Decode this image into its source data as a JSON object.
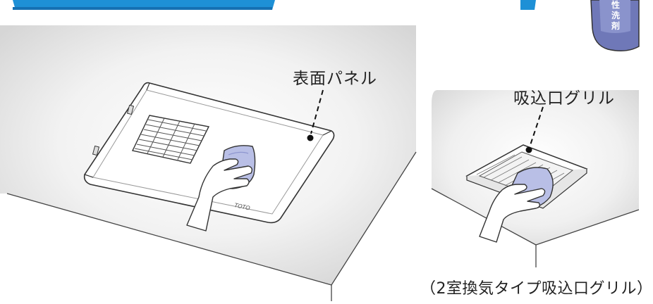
{
  "labels": {
    "surface_panel": "表面パネル",
    "intake_grille": "吸込口グリル",
    "caption": "（2室換気タイプ吸込口グリル）"
  },
  "side_tab": {
    "chars": [
      "性",
      "洗",
      "剤"
    ]
  },
  "device_logo": "TOTO",
  "colors": {
    "top_banner": "#1e90d6",
    "cloth": "#b9bfe6",
    "cloth_dark": "#8e96cf",
    "ceiling_shade": "#dedede",
    "tab_fill": "#6f78b8",
    "line": "#333333"
  }
}
